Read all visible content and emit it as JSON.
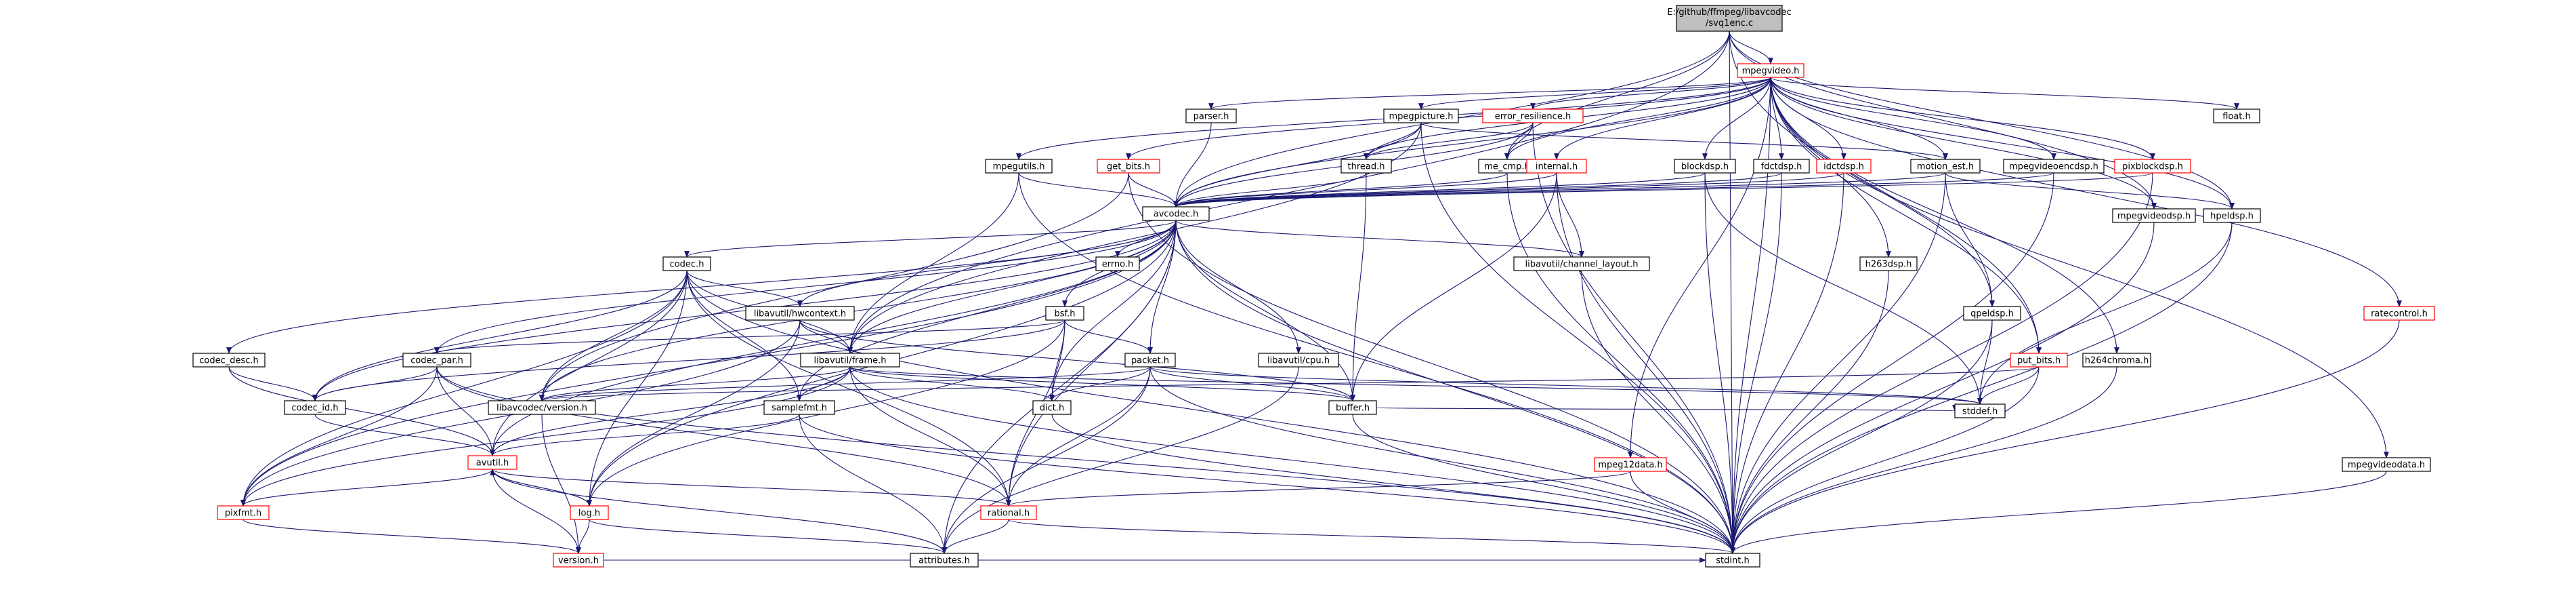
{
  "colors": {
    "edge": "#191970",
    "node_fill": "#ffffff",
    "node_border": "#000000",
    "node_border_incomplete": "#ff0000",
    "root_fill": "#bfbfbf",
    "root_border": "#000000"
  },
  "nodes": [
    {
      "id": "root",
      "label1": "E:/github/ffmpeg/libavcodec",
      "label2": "/svq1enc.c",
      "style": "root"
    },
    {
      "id": "mpegvideo",
      "label1": "mpegvideo.h",
      "style": "red"
    },
    {
      "id": "parser",
      "label1": "parser.h",
      "style": "black"
    },
    {
      "id": "mpegpicture",
      "label1": "mpegpicture.h",
      "style": "black"
    },
    {
      "id": "error_resilience",
      "label1": "error_resilience.h",
      "style": "red"
    },
    {
      "id": "float",
      "label1": "float.h",
      "style": "black"
    },
    {
      "id": "mpegutils",
      "label1": "mpegutils.h",
      "style": "black"
    },
    {
      "id": "get_bits",
      "label1": "get_bits.h",
      "style": "red"
    },
    {
      "id": "thread",
      "label1": "thread.h",
      "style": "black"
    },
    {
      "id": "me_cmp",
      "label1": "me_cmp.h",
      "style": "black"
    },
    {
      "id": "internal",
      "label1": "internal.h",
      "style": "red"
    },
    {
      "id": "blockdsp",
      "label1": "blockdsp.h",
      "style": "black"
    },
    {
      "id": "fdctdsp",
      "label1": "fdctdsp.h",
      "style": "black"
    },
    {
      "id": "idctdsp",
      "label1": "idctdsp.h",
      "style": "red"
    },
    {
      "id": "motion_est",
      "label1": "motion_est.h",
      "style": "black"
    },
    {
      "id": "mpegvideoencdsp",
      "label1": "mpegvideoencdsp.h",
      "style": "black"
    },
    {
      "id": "pixblockdsp",
      "label1": "pixblockdsp.h",
      "style": "red"
    },
    {
      "id": "avcodec",
      "label1": "avcodec.h",
      "style": "black"
    },
    {
      "id": "mpegvideodsp",
      "label1": "mpegvideodsp.h",
      "style": "black"
    },
    {
      "id": "hpeldsp",
      "label1": "hpeldsp.h",
      "style": "black"
    },
    {
      "id": "codec",
      "label1": "codec.h",
      "style": "black"
    },
    {
      "id": "errno",
      "label1": "errno.h",
      "style": "black"
    },
    {
      "id": "channel_layout",
      "label1": "libavutil/channel_layout.h",
      "style": "black"
    },
    {
      "id": "h263dsp",
      "label1": "h263dsp.h",
      "style": "black"
    },
    {
      "id": "hwcontext",
      "label1": "libavutil/hwcontext.h",
      "style": "black"
    },
    {
      "id": "bsf",
      "label1": "bsf.h",
      "style": "black"
    },
    {
      "id": "qpeldsp",
      "label1": "qpeldsp.h",
      "style": "black"
    },
    {
      "id": "ratecontrol",
      "label1": "ratecontrol.h",
      "style": "red"
    },
    {
      "id": "codec_desc",
      "label1": "codec_desc.h",
      "style": "black"
    },
    {
      "id": "codec_par",
      "label1": "codec_par.h",
      "style": "black"
    },
    {
      "id": "lavu_frame",
      "label1": "libavutil/frame.h",
      "style": "black"
    },
    {
      "id": "packet",
      "label1": "packet.h",
      "style": "black"
    },
    {
      "id": "cpu",
      "label1": "libavutil/cpu.h",
      "style": "black"
    },
    {
      "id": "put_bits",
      "label1": "put_bits.h",
      "style": "red"
    },
    {
      "id": "h264chroma",
      "label1": "h264chroma.h",
      "style": "black"
    },
    {
      "id": "codec_id",
      "label1": "codec_id.h",
      "style": "black"
    },
    {
      "id": "lavc_version",
      "label1": "libavcodec/version.h",
      "style": "black"
    },
    {
      "id": "samplefmt",
      "label1": "samplefmt.h",
      "style": "black"
    },
    {
      "id": "dict",
      "label1": "dict.h",
      "style": "black"
    },
    {
      "id": "buffer",
      "label1": "buffer.h",
      "style": "black"
    },
    {
      "id": "stddef",
      "label1": "stddef.h",
      "style": "black"
    },
    {
      "id": "avutil",
      "label1": "avutil.h",
      "style": "red"
    },
    {
      "id": "mpeg12data",
      "label1": "mpeg12data.h",
      "style": "red"
    },
    {
      "id": "mpegvideodata",
      "label1": "mpegvideodata.h",
      "style": "black"
    },
    {
      "id": "pixfmt",
      "label1": "pixfmt.h",
      "style": "red"
    },
    {
      "id": "log",
      "label1": "log.h",
      "style": "red"
    },
    {
      "id": "rational",
      "label1": "rational.h",
      "style": "red"
    },
    {
      "id": "version",
      "label1": "version.h",
      "style": "red"
    },
    {
      "id": "attributes",
      "label1": "attributes.h",
      "style": "black"
    },
    {
      "id": "stdint",
      "label1": "stdint.h",
      "style": "black"
    }
  ],
  "edges": [
    [
      "root",
      "mpegvideo"
    ],
    [
      "root",
      "avcodec"
    ],
    [
      "root",
      "me_cmp"
    ],
    [
      "root",
      "hpeldsp"
    ],
    [
      "root",
      "put_bits"
    ],
    [
      "root",
      "lavu_frame"
    ],
    [
      "root",
      "stdint"
    ],
    [
      "root",
      "mpegvideodsp"
    ],
    [
      "mpegvideo",
      "parser"
    ],
    [
      "mpegvideo",
      "mpegpicture"
    ],
    [
      "mpegvideo",
      "error_resilience"
    ],
    [
      "mpegvideo",
      "float"
    ],
    [
      "mpegvideo",
      "mpegutils"
    ],
    [
      "mpegvideo",
      "get_bits"
    ],
    [
      "mpegvideo",
      "thread"
    ],
    [
      "mpegvideo",
      "me_cmp"
    ],
    [
      "mpegvideo",
      "internal"
    ],
    [
      "mpegvideo",
      "blockdsp"
    ],
    [
      "mpegvideo",
      "fdctdsp"
    ],
    [
      "mpegvideo",
      "idctdsp"
    ],
    [
      "mpegvideo",
      "motion_est"
    ],
    [
      "mpegvideo",
      "mpegvideoencdsp"
    ],
    [
      "mpegvideo",
      "pixblockdsp"
    ],
    [
      "mpegvideo",
      "avcodec"
    ],
    [
      "mpegvideo",
      "mpegvideodsp"
    ],
    [
      "mpegvideo",
      "hpeldsp"
    ],
    [
      "mpegvideo",
      "h263dsp"
    ],
    [
      "mpegvideo",
      "qpeldsp"
    ],
    [
      "mpegvideo",
      "ratecontrol"
    ],
    [
      "mpegvideo",
      "put_bits"
    ],
    [
      "mpegvideo",
      "h264chroma"
    ],
    [
      "mpegvideo",
      "mpeg12data"
    ],
    [
      "mpegvideo",
      "mpegvideodata"
    ],
    [
      "mpegvideo",
      "stdint"
    ],
    [
      "parser",
      "avcodec"
    ],
    [
      "mpegpicture",
      "thread"
    ],
    [
      "mpegpicture",
      "avcodec"
    ],
    [
      "mpegpicture",
      "motion_est"
    ],
    [
      "mpegpicture",
      "lavu_frame"
    ],
    [
      "mpegpicture",
      "stdint"
    ],
    [
      "error_resilience",
      "thread"
    ],
    [
      "error_resilience",
      "me_cmp"
    ],
    [
      "error_resilience",
      "avcodec"
    ],
    [
      "error_resilience",
      "stdint"
    ],
    [
      "mpegutils",
      "avcodec"
    ],
    [
      "mpegutils",
      "lavu_frame"
    ],
    [
      "mpegutils",
      "stdint"
    ],
    [
      "get_bits",
      "avcodec"
    ],
    [
      "get_bits",
      "stdint"
    ],
    [
      "get_bits",
      "lavc_version"
    ],
    [
      "thread",
      "avcodec"
    ],
    [
      "thread",
      "buffer"
    ],
    [
      "me_cmp",
      "avcodec"
    ],
    [
      "me_cmp",
      "stdint"
    ],
    [
      "internal",
      "avcodec"
    ],
    [
      "internal",
      "channel_layout"
    ],
    [
      "internal",
      "buffer"
    ],
    [
      "internal",
      "stdint"
    ],
    [
      "blockdsp",
      "avcodec"
    ],
    [
      "blockdsp",
      "stddef"
    ],
    [
      "blockdsp",
      "stdint"
    ],
    [
      "fdctdsp",
      "avcodec"
    ],
    [
      "fdctdsp",
      "stdint"
    ],
    [
      "idctdsp",
      "avcodec"
    ],
    [
      "idctdsp",
      "stdint"
    ],
    [
      "motion_est",
      "avcodec"
    ],
    [
      "motion_est",
      "hpeldsp"
    ],
    [
      "motion_est",
      "qpeldsp"
    ],
    [
      "motion_est",
      "stdint"
    ],
    [
      "mpegvideoencdsp",
      "avcodec"
    ],
    [
      "mpegvideoencdsp",
      "stdint"
    ],
    [
      "pixblockdsp",
      "avcodec"
    ],
    [
      "pixblockdsp",
      "stdint"
    ],
    [
      "avcodec",
      "codec"
    ],
    [
      "avcodec",
      "errno"
    ],
    [
      "avcodec",
      "channel_layout"
    ],
    [
      "avcodec",
      "hwcontext"
    ],
    [
      "avcodec",
      "bsf"
    ],
    [
      "avcodec",
      "codec_desc"
    ],
    [
      "avcodec",
      "codec_par"
    ],
    [
      "avcodec",
      "lavu_frame"
    ],
    [
      "avcodec",
      "packet"
    ],
    [
      "avcodec",
      "cpu"
    ],
    [
      "avcodec",
      "codec_id"
    ],
    [
      "avcodec",
      "lavc_version"
    ],
    [
      "avcodec",
      "samplefmt"
    ],
    [
      "avcodec",
      "dict"
    ],
    [
      "avcodec",
      "buffer"
    ],
    [
      "avcodec",
      "avutil"
    ],
    [
      "avcodec",
      "pixfmt"
    ],
    [
      "avcodec",
      "log"
    ],
    [
      "avcodec",
      "rational"
    ],
    [
      "avcodec",
      "attributes"
    ],
    [
      "avcodec",
      "stdint"
    ],
    [
      "mpegvideodsp",
      "stdint"
    ],
    [
      "hpeldsp",
      "stddef"
    ],
    [
      "hpeldsp",
      "stdint"
    ],
    [
      "codec",
      "hwcontext"
    ],
    [
      "codec",
      "lavu_frame"
    ],
    [
      "codec",
      "codec_id"
    ],
    [
      "codec",
      "lavc_version"
    ],
    [
      "codec",
      "samplefmt"
    ],
    [
      "codec",
      "avutil"
    ],
    [
      "codec",
      "pixfmt"
    ],
    [
      "codec",
      "log"
    ],
    [
      "codec",
      "rational"
    ],
    [
      "codec",
      "stdint"
    ],
    [
      "channel_layout",
      "stdint"
    ],
    [
      "h263dsp",
      "stdint"
    ],
    [
      "hwcontext",
      "lavu_frame"
    ],
    [
      "hwcontext",
      "buffer"
    ],
    [
      "hwcontext",
      "pixfmt"
    ],
    [
      "hwcontext",
      "log"
    ],
    [
      "bsf",
      "codec_id"
    ],
    [
      "bsf",
      "codec_par"
    ],
    [
      "bsf",
      "packet"
    ],
    [
      "bsf",
      "dict"
    ],
    [
      "bsf",
      "log"
    ],
    [
      "bsf",
      "rational"
    ],
    [
      "qpeldsp",
      "stddef"
    ],
    [
      "qpeldsp",
      "stdint"
    ],
    [
      "ratecontrol",
      "stdint"
    ],
    [
      "codec_desc",
      "codec_id"
    ],
    [
      "codec_desc",
      "avutil"
    ],
    [
      "codec_par",
      "codec_id"
    ],
    [
      "codec_par",
      "avutil"
    ],
    [
      "codec_par",
      "pixfmt"
    ],
    [
      "codec_par",
      "rational"
    ],
    [
      "codec_par",
      "stdint"
    ],
    [
      "lavu_frame",
      "samplefmt"
    ],
    [
      "lavu_frame",
      "dict"
    ],
    [
      "lavu_frame",
      "buffer"
    ],
    [
      "lavu_frame",
      "avutil"
    ],
    [
      "lavu_frame",
      "pixfmt"
    ],
    [
      "lavu_frame",
      "rational"
    ],
    [
      "lavu_frame",
      "stddef"
    ],
    [
      "lavu_frame",
      "stdint"
    ],
    [
      "lavu_frame",
      "lavc_version"
    ],
    [
      "packet",
      "lavc_version"
    ],
    [
      "packet",
      "dict"
    ],
    [
      "packet",
      "buffer"
    ],
    [
      "packet",
      "attributes"
    ],
    [
      "packet",
      "rational"
    ],
    [
      "packet",
      "stddef"
    ],
    [
      "packet",
      "stdint"
    ],
    [
      "cpu",
      "attributes"
    ],
    [
      "put_bits",
      "lavc_version"
    ],
    [
      "put_bits",
      "stddef"
    ],
    [
      "put_bits",
      "stdint"
    ],
    [
      "h264chroma",
      "stdint"
    ],
    [
      "codec_id",
      "avutil"
    ],
    [
      "lavc_version",
      "version"
    ],
    [
      "samplefmt",
      "avutil"
    ],
    [
      "samplefmt",
      "attributes"
    ],
    [
      "samplefmt",
      "stdint"
    ],
    [
      "dict",
      "stdint"
    ],
    [
      "buffer",
      "stddef"
    ],
    [
      "buffer",
      "stdint"
    ],
    [
      "avutil",
      "pixfmt"
    ],
    [
      "avutil",
      "log"
    ],
    [
      "avutil",
      "rational"
    ],
    [
      "avutil",
      "version"
    ],
    [
      "avutil",
      "attributes"
    ],
    [
      "mpeg12data",
      "rational"
    ],
    [
      "mpeg12data",
      "stdint"
    ],
    [
      "mpegvideodata",
      "stdint"
    ],
    [
      "pixfmt",
      "version"
    ],
    [
      "log",
      "avutil"
    ],
    [
      "log",
      "version"
    ],
    [
      "log",
      "attributes"
    ],
    [
      "rational",
      "attributes"
    ],
    [
      "rational",
      "stdint"
    ],
    [
      "version",
      "stdint"
    ]
  ]
}
